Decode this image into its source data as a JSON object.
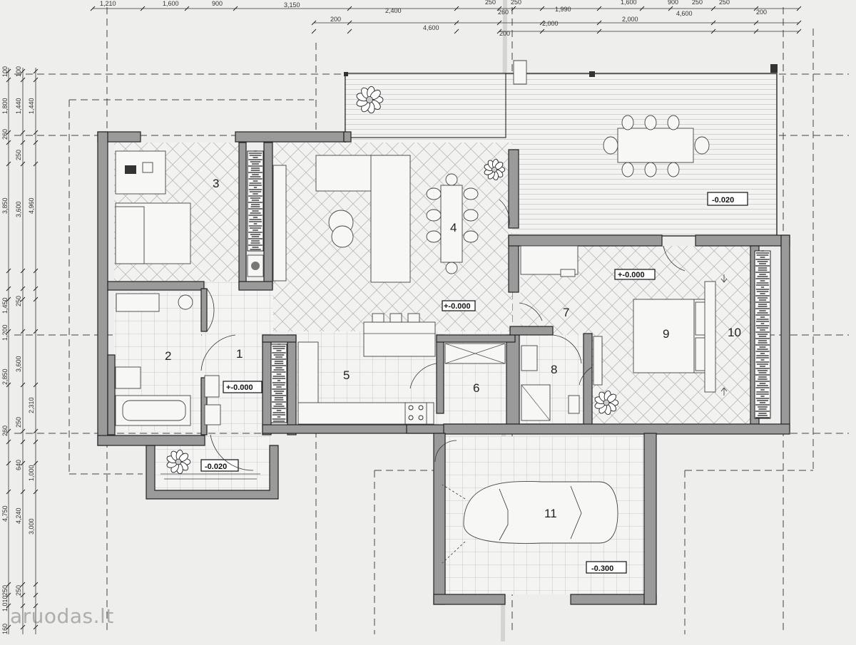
{
  "plan": {
    "rooms": {
      "r1": "1",
      "r2": "2",
      "r3": "3",
      "r4": "4",
      "r5": "5",
      "r6": "6",
      "r7": "7",
      "r8": "8",
      "r9": "9",
      "r10": "10",
      "r11": "11"
    },
    "levels": {
      "terrace": "-0.020",
      "living": "+-0.000",
      "hall": "+-0.000",
      "bedroom_hall": "+-0.000",
      "porch": "-0.020",
      "garage": "-0.300"
    },
    "top_dims_row1": [
      "1,210",
      "1,600",
      "900",
      "3,150",
      "250",
      "250",
      "1,990",
      "1,600",
      "900",
      "250",
      "250"
    ],
    "top_dims_row2": [
      "2,400",
      "200",
      "4,600",
      "260",
      "200",
      "2,000",
      "2,000",
      "4,600",
      "200"
    ],
    "left_dims_col1": [
      "100",
      "1,800",
      "260",
      "3,850",
      "1,450",
      "1,200",
      "2,850",
      "260",
      "4,750",
      "250",
      "1,010",
      "160"
    ],
    "left_dims_col2": [
      "100",
      "1,440",
      "250",
      "3,600",
      "250",
      "3,600",
      "250",
      "640",
      "4,240",
      "250"
    ],
    "left_dims_col3": [
      "1,440",
      "4,960",
      "2,310",
      "1,000",
      "3,000"
    ]
  },
  "watermark": {
    "brand": "aruodas",
    "tld": ".lt"
  }
}
